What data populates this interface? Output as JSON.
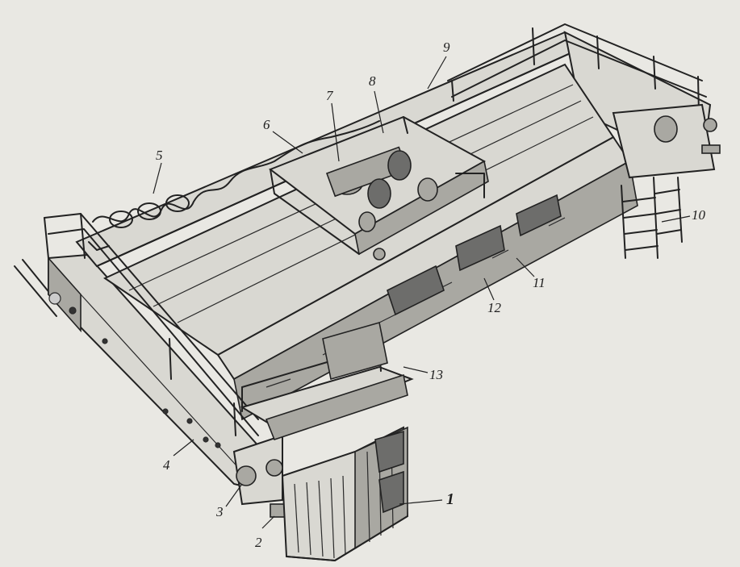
{
  "diagram": {
    "callouts": [
      {
        "id": "c1",
        "label": "1",
        "bold": true
      },
      {
        "id": "c2",
        "label": "2"
      },
      {
        "id": "c3",
        "label": "3"
      },
      {
        "id": "c4",
        "label": "4"
      },
      {
        "id": "c5",
        "label": "5"
      },
      {
        "id": "c6",
        "label": "6"
      },
      {
        "id": "c7",
        "label": "7"
      },
      {
        "id": "c8",
        "label": "8"
      },
      {
        "id": "c9",
        "label": "9"
      },
      {
        "id": "c10",
        "label": "10"
      },
      {
        "id": "c11",
        "label": "11"
      },
      {
        "id": "c12",
        "label": "12"
      },
      {
        "id": "c13",
        "label": "13"
      }
    ]
  }
}
